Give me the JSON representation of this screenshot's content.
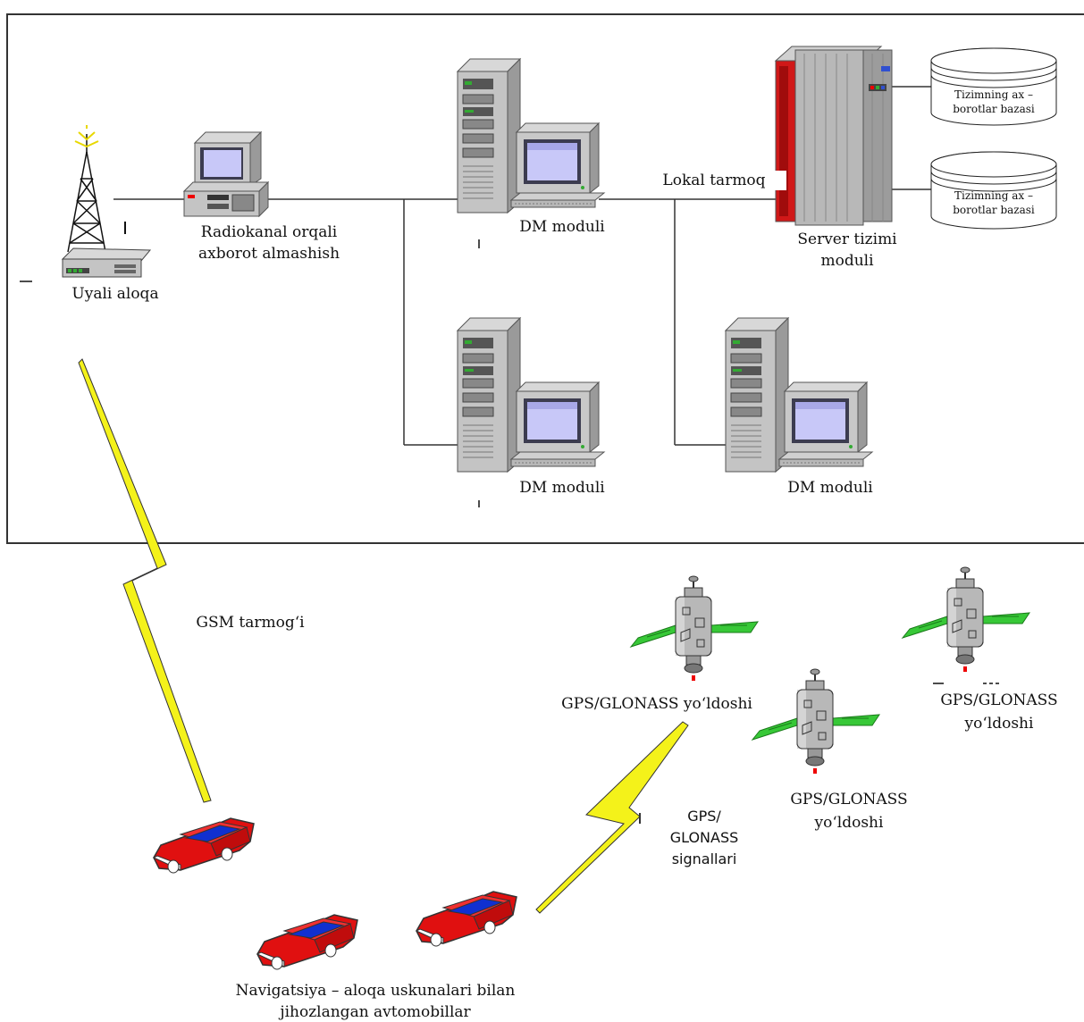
{
  "labels": {
    "cell_tower": "Uyali aloqa",
    "radio_line1": "Radiokanal orqali",
    "radio_line2": "axborot almashish",
    "dm_module_top": "DM moduli",
    "dm_module_bottom_left": "DM moduli",
    "dm_module_bottom_right": "DM moduli",
    "local_network": "Lokal tarmoq",
    "server_line1": "Server tizimi",
    "server_line2": "moduli",
    "db1_line1": "Tizimning ax –",
    "db1_line2": "borotlar bazasi",
    "db2_line1": "Tizimning ax –",
    "db2_line2": "borotlar bazasi",
    "gsm_network": "GSM tarmog‘i",
    "sat1": "GPS/GLONASS yo‘ldoshi",
    "sat2_line1": "GPS/GLONASS",
    "sat2_line2": "yo‘ldoshi",
    "sat3_line1": "GPS/GLONASS",
    "sat3_line2": "yo‘ldoshi",
    "signals_line1": "GPS/",
    "signals_line2": "GLONASS",
    "signals_line3": "signallari",
    "cars_line1": "Navigatsiya – aloqa uskunalari bilan",
    "cars_line2": "jihozlangan avtomobillar"
  },
  "icons": [
    "cell-tower-icon",
    "radio-terminal-icon",
    "server-tower-icon",
    "monitor-icon",
    "mainframe-server-icon",
    "database-cylinder-icon",
    "lightning-bolt-icon",
    "satellite-icon",
    "car-icon"
  ],
  "colors": {
    "bolt": "#f4f21a",
    "car_body": "#e01010",
    "car_roof": "#1030d0",
    "solar_panel": "#37c837",
    "server_red": "#d01818",
    "screen": "#c8c8f8"
  }
}
